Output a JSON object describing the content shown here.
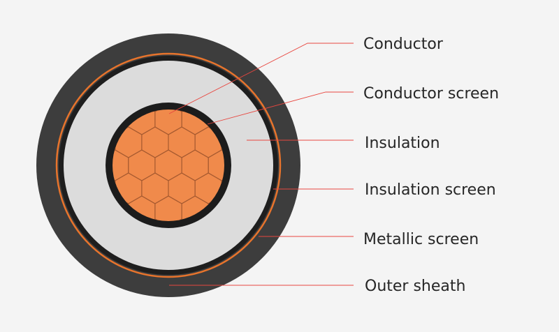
{
  "diagram": {
    "layers": [
      {
        "id": "conductor",
        "label": "Conductor"
      },
      {
        "id": "conductor-screen",
        "label": "Conductor screen"
      },
      {
        "id": "insulation",
        "label": "Insulation"
      },
      {
        "id": "insulation-screen",
        "label": "Insulation screen"
      },
      {
        "id": "metallic-screen",
        "label": "Metallic screen"
      },
      {
        "id": "outer-sheath",
        "label": "Outer sheath"
      }
    ],
    "colors": {
      "background": "#f4f4f4",
      "outer_sheath": "#3d3d3d",
      "metallic_screen": "#e8742c",
      "insulation": "#dcdcdc",
      "conductor_screen": "#1c1c1c",
      "conductor": "#f08a4b",
      "conductor_strand_lines": "#a65a30",
      "leader_line": "#e8463f",
      "label_text": "#262626"
    }
  }
}
